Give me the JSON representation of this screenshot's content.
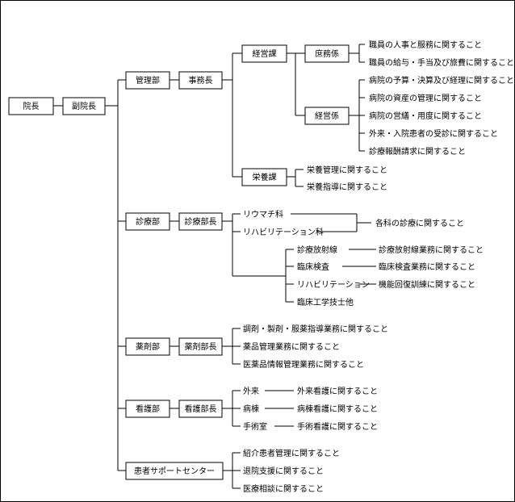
{
  "director": "院長",
  "vice_director": "副院長",
  "management": {
    "dept": "管理部",
    "head": "事務長",
    "keiei": "経営課",
    "shomu": "庶務係",
    "shomu_items": [
      "職員の人事と服務に関すること",
      "職員の給与・手当及び旅費に関すること"
    ],
    "keiei_kakari": "経営係",
    "keiei_items": [
      "病院の予算・決算及び経理に関すること",
      "病院の資産の管理に関すること",
      "病院の営繕・用度に関すること",
      "外来・入院患者の受診に関すること",
      "診療報酬請求に関すること"
    ],
    "eiyo": "栄養課",
    "eiyo_items": [
      "栄養管理に関すること",
      "栄養指導に関すること"
    ]
  },
  "clinical": {
    "dept": "診療部",
    "head": "診療部長",
    "rheum": "リウマチ科",
    "rehab_dept": "リハビリテーション科",
    "common": "各科の診療に関すること",
    "units": [
      "診療放射線",
      "臨床検査",
      "リハビリテーション",
      "臨床工学技士他"
    ],
    "unit_items": [
      "診療放射線業務に関すること",
      "臨床検査業務に関すること",
      "機能回復訓練に関すること"
    ]
  },
  "pharmacy": {
    "dept": "薬剤部",
    "head": "薬剤部長",
    "items": [
      "調剤・製剤・服薬指導業務に関すること",
      "薬品管理業務に関すること",
      "医薬品情報管理業務に関すること"
    ]
  },
  "nursing": {
    "dept": "看護部",
    "head": "看護部長",
    "units": [
      "外来",
      "病棟",
      "手術室"
    ],
    "items": [
      "外来看護に関すること",
      "病棟看護に関すること",
      "手術看護に関すること"
    ]
  },
  "support": {
    "dept": "患者サポートセンター",
    "items": [
      "紹介患者管理に関すること",
      "退院支援に関すること",
      "医療相談に関すること"
    ]
  }
}
